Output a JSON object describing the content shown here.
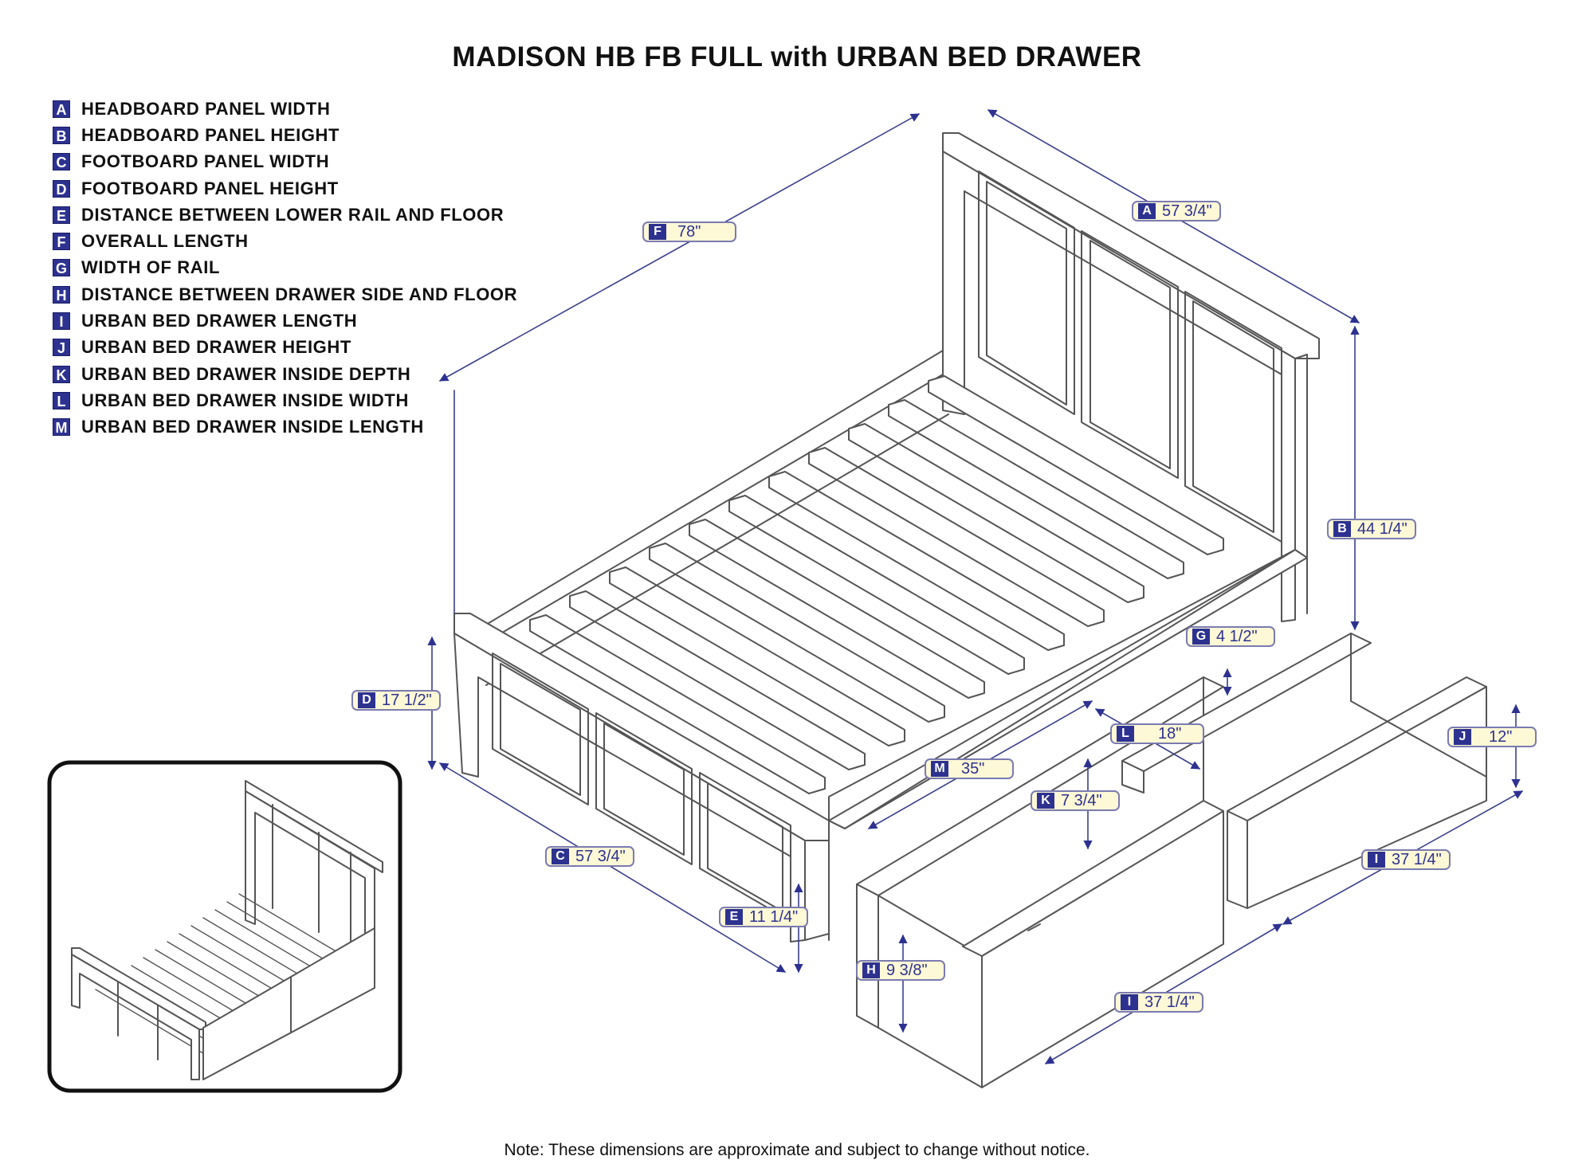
{
  "title": "MADISON HB FB FULL with URBAN BED DRAWER",
  "legend": [
    {
      "key": "A",
      "label": "HEADBOARD PANEL WIDTH"
    },
    {
      "key": "B",
      "label": "HEADBOARD PANEL HEIGHT"
    },
    {
      "key": "C",
      "label": "FOOTBOARD PANEL WIDTH"
    },
    {
      "key": "D",
      "label": "FOOTBOARD PANEL HEIGHT"
    },
    {
      "key": "E",
      "label": "DISTANCE BETWEEN LOWER RAIL AND FLOOR"
    },
    {
      "key": "F",
      "label": "OVERALL LENGTH"
    },
    {
      "key": "G",
      "label": "WIDTH OF RAIL"
    },
    {
      "key": "H",
      "label": "DISTANCE BETWEEN DRAWER SIDE AND FLOOR"
    },
    {
      "key": "I",
      "label": "URBAN BED DRAWER LENGTH"
    },
    {
      "key": "J",
      "label": "URBAN BED DRAWER HEIGHT"
    },
    {
      "key": "K",
      "label": "URBAN BED DRAWER INSIDE DEPTH"
    },
    {
      "key": "L",
      "label": "URBAN BED DRAWER INSIDE WIDTH"
    },
    {
      "key": "M",
      "label": "URBAN BED DRAWER INSIDE LENGTH"
    }
  ],
  "dimensions": {
    "A": {
      "key": "A",
      "value": "57 3/4\""
    },
    "B": {
      "key": "B",
      "value": "44 1/4\""
    },
    "C": {
      "key": "C",
      "value": "57 3/4\""
    },
    "D": {
      "key": "D",
      "value": "17 1/2\""
    },
    "E": {
      "key": "E",
      "value": "11 1/4\""
    },
    "F": {
      "key": "F",
      "value": "78\""
    },
    "G": {
      "key": "G",
      "value": "4 1/2\""
    },
    "H": {
      "key": "H",
      "value": "9 3/8\""
    },
    "I1": {
      "key": "I",
      "value": "37 1/4\""
    },
    "I2": {
      "key": "I",
      "value": "37 1/4\""
    },
    "J": {
      "key": "J",
      "value": "12\""
    },
    "K": {
      "key": "K",
      "value": "7 3/4\""
    },
    "L": {
      "key": "L",
      "value": "18\""
    },
    "M": {
      "key": "M",
      "value": "35\""
    }
  },
  "note": "Note:  These dimensions are approximate and subject to change without notice.",
  "colors": {
    "accent": "#2d3290",
    "tag_fill": "#fdf8d6",
    "line": "#555555"
  }
}
